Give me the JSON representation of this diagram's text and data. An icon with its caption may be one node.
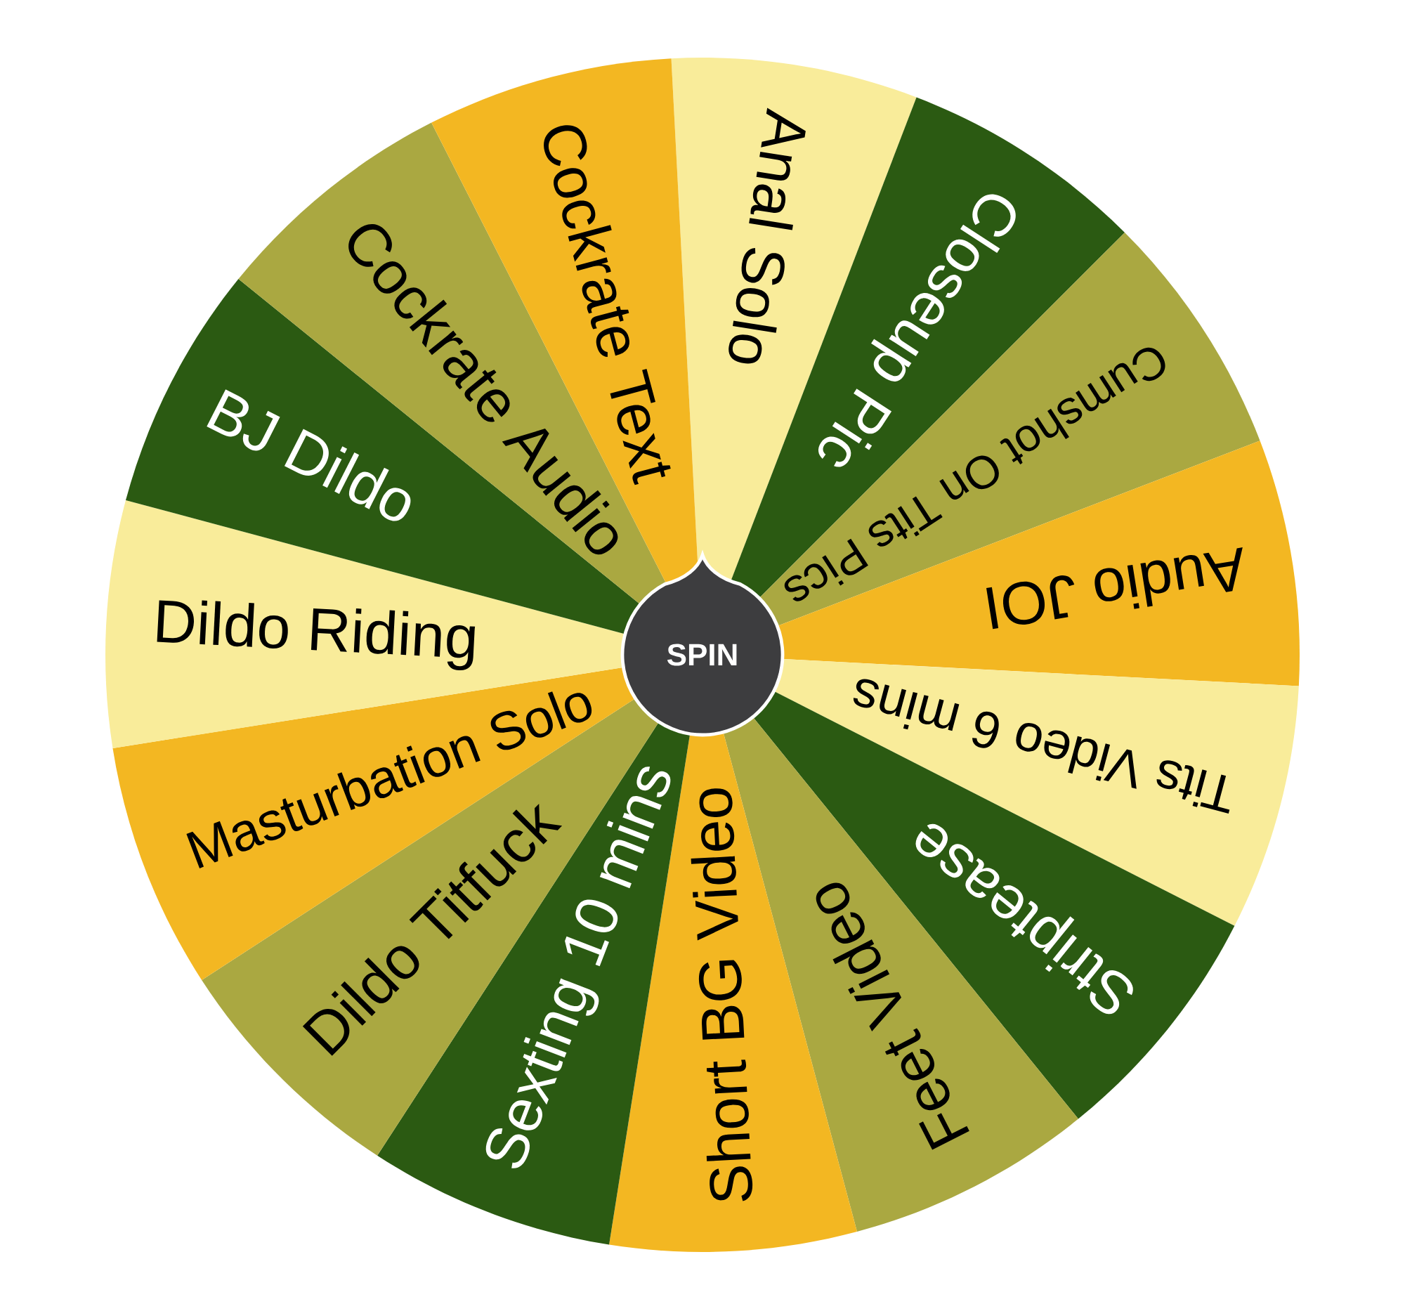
{
  "diagram": {
    "nodes": [
      {
        "text": [
          "Anal Solo"
        ]
      },
      {
        "text": [
          "Closeup Pic"
        ]
      },
      {
        "text": [
          "Cumshot On Tits Pics"
        ]
      },
      {
        "text": [
          "Audio JOI"
        ]
      },
      {
        "text": [
          "Tits Video 6 mins"
        ]
      },
      {
        "text": [
          "Striptease"
        ]
      },
      {
        "text": [
          "Feet Video"
        ]
      },
      {
        "text": [
          "Short BG Video"
        ]
      },
      {
        "text": [
          "Sexting 10 mins"
        ]
      },
      {
        "text": [
          "Dildo Titfuck"
        ]
      },
      {
        "text": [
          "Masturbation Solo"
        ]
      },
      {
        "text": [
          "Dildo Riding"
        ]
      },
      {
        "text": [
          "BJ Dildo"
        ]
      },
      {
        "text": [
          "Cockrate Audio"
        ]
      },
      {
        "text": [
          "Cockrate Text"
        ]
      },
      {
        "text": [
          "SPIN"
        ]
      }
    ]
  }
}
